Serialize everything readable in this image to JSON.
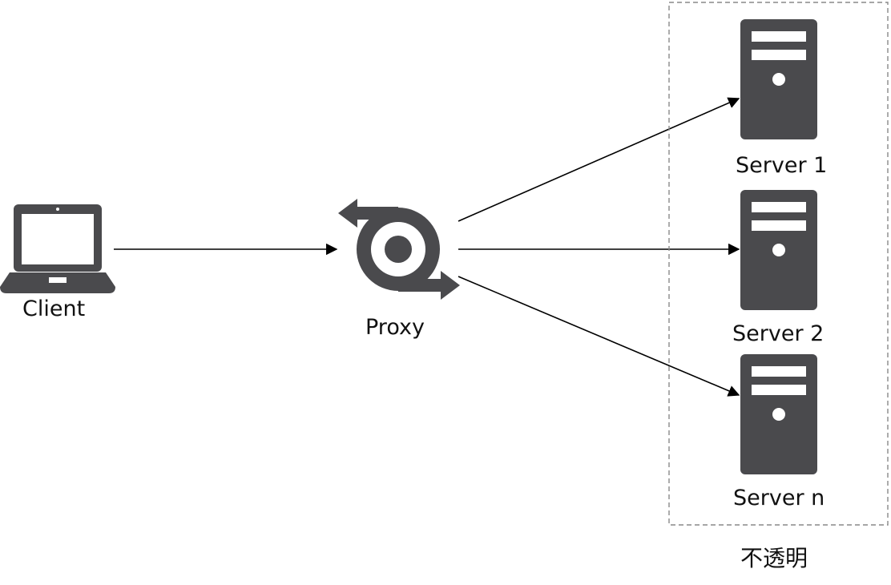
{
  "nodes": {
    "client": {
      "label": "Client",
      "icon": "laptop-icon"
    },
    "proxy": {
      "label": "Proxy",
      "icon": "proxy-cycle-icon"
    },
    "servers": [
      {
        "label": "Server 1",
        "icon": "server-icon"
      },
      {
        "label": "Server 2",
        "icon": "server-icon"
      },
      {
        "label": "Server n",
        "icon": "server-icon"
      }
    ]
  },
  "group": {
    "label": "不透明",
    "style": "dashed-border"
  },
  "colors": {
    "icon": "#4a4a4d",
    "line": "#000000",
    "group_border": "#888888"
  }
}
